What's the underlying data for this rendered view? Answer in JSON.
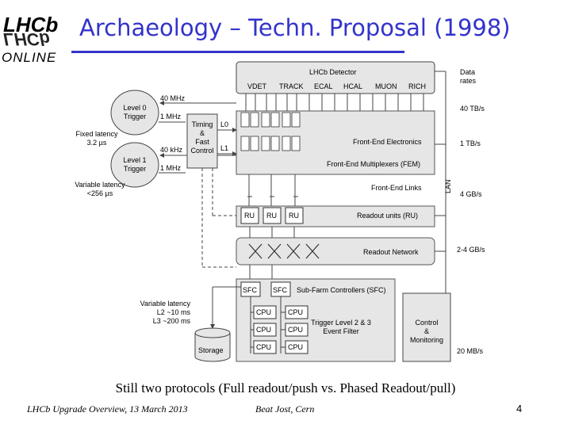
{
  "header": {
    "title": "Archaeology – Techn. Proposal (1998)",
    "logo_text_top": "LHCb",
    "logo_text_mirror": "LHCb",
    "logo_text_bottom": "ONLINE"
  },
  "colors": {
    "title": "#3333cc",
    "logo_top": "#3333cc",
    "logo_bottom": "#cc2222",
    "box_fill": "#e6e6e6",
    "line": "#444444"
  },
  "diagram": {
    "detector_label": "LHCb Detector",
    "subdetectors": [
      "VDET",
      "TRACK",
      "ECAL",
      "HCAL",
      "MUON",
      "RICH"
    ],
    "data_rates_header": "Data\nrates",
    "level0_trigger": "Level 0\nTrigger",
    "level1_trigger": "Level 1\nTrigger",
    "timing_control": "Timing\n&\nFast\nControl",
    "l0_label": "L0",
    "l1_label": "L1",
    "rate_40mhz": "40 MHz",
    "rate_1mhz_a": "1 MHz",
    "rate_40khz": "40 kHz",
    "rate_1mhz_b": "1 MHz",
    "fixed_latency": "Fixed latency\n3.2 µs",
    "variable_latency_l1": "Variable latency\n<256 µs",
    "front_end_electronics": "Front-End Electronics",
    "front_end_multiplexers": "Front-End Multiplexers (FEM)",
    "front_end_links": "Front-End Links",
    "lan_label": "LAN",
    "ru_label": "RU",
    "readout_units": "Readout  units (RU)",
    "readout_network": "Readout  Network",
    "sfc_label": "SFC",
    "sub_farm_controllers": "Sub-Farm Controllers (SFC)",
    "cpu_label": "CPU",
    "trigger_level_23": "Trigger Level 2 & 3\nEvent Filter",
    "variable_latency_l23": "Variable latency\nL2 ~10 ms\nL3 ~200 ms",
    "storage_label": "Storage",
    "control_monitoring": "Control\n&\nMonitoring",
    "rates": [
      "40 TB/s",
      "1 TB/s",
      "4 GB/s",
      "2-4 GB/s",
      "20 MB/s"
    ]
  },
  "caption": "Still two protocols (Full readout/push vs. Phased Readout/pull)",
  "footer": {
    "left": "LHCb Upgrade Overview, 13 March 2013",
    "center": "Beat Jost, Cern",
    "page_number": "4"
  }
}
